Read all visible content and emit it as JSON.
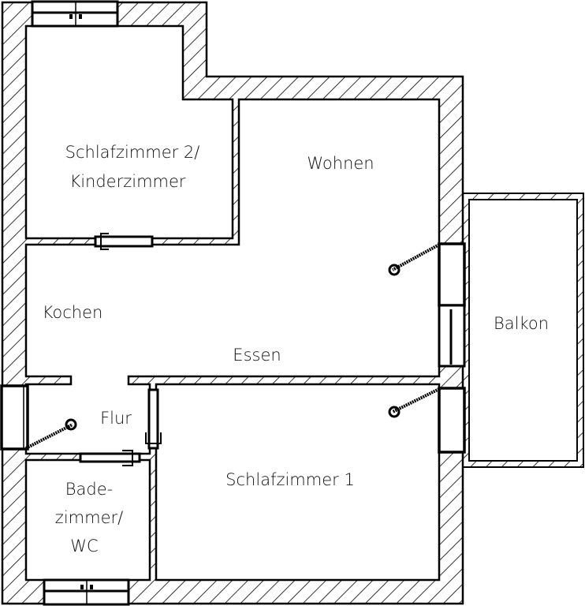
{
  "rooms": {
    "schlafzimmer2_line1": "Schlafzimmer 2/",
    "schlafzimmer2_line2": "Kinderzimmer",
    "wohnen": "Wohnen",
    "kochen": "Kochen",
    "essen": "Essen",
    "balkon": "Balkon",
    "flur": "Flur",
    "bad_line1": "Bade-",
    "bad_line2": "zimmer/",
    "bad_line3": "WC",
    "schlafzimmer1": "Schlafzimmer 1"
  },
  "colors": {
    "line": "#000000",
    "background": "#ffffff"
  }
}
